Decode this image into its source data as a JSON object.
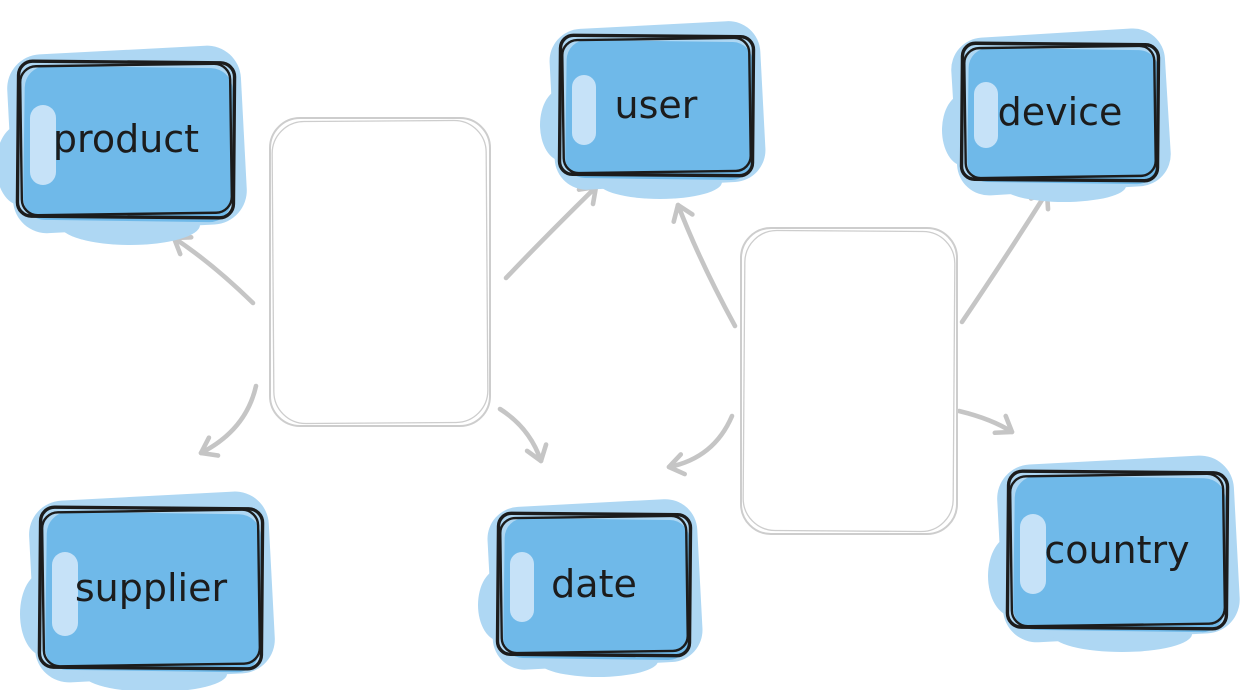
{
  "diagram": {
    "entities": [
      {
        "id": "product",
        "label": "product"
      },
      {
        "id": "user",
        "label": "user"
      },
      {
        "id": "device",
        "label": "device"
      },
      {
        "id": "supplier",
        "label": "supplier"
      },
      {
        "id": "date",
        "label": "date"
      },
      {
        "id": "country",
        "label": "country"
      }
    ],
    "hubs": [
      {
        "id": "hub-1",
        "label": ""
      },
      {
        "id": "hub-2",
        "label": ""
      }
    ],
    "connections": [
      {
        "from": "hub-1",
        "to": "product"
      },
      {
        "from": "hub-1",
        "to": "user"
      },
      {
        "from": "hub-1",
        "to": "supplier"
      },
      {
        "from": "hub-1",
        "to": "date"
      },
      {
        "from": "hub-2",
        "to": "user"
      },
      {
        "from": "hub-2",
        "to": "device"
      },
      {
        "from": "hub-2",
        "to": "date"
      },
      {
        "from": "hub-2",
        "to": "country"
      }
    ],
    "colors": {
      "background": "#ffffff",
      "entity_fill": "#6fb9e9",
      "entity_fill_light": "#aed7f3",
      "entity_fill_lighter": "#c6e2f8",
      "entity_stroke": "#1c1c1c",
      "hub_stroke": "#cdcdcd",
      "arrow": "#c5c5c5"
    }
  }
}
